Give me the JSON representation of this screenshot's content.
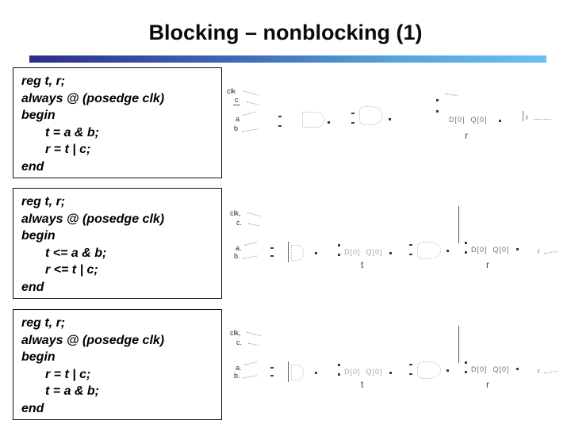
{
  "title": "Blocking – nonblocking (1)",
  "colors": {
    "bar_start": "#2d2d8c",
    "bar_end": "#6cc0ec",
    "code_border": "#111111"
  },
  "code_blocks": [
    {
      "lines": [
        "reg t, r;",
        "always @ (posedge clk)",
        "begin",
        "t = a & b;",
        "r = t | c;",
        "end"
      ]
    },
    {
      "lines": [
        "reg t, r;",
        "always @ (posedge clk)",
        "begin",
        "t <= a & b;",
        "r <= t | c;",
        "end"
      ]
    },
    {
      "lines": [
        "reg t, r;",
        "always @ (posedge clk)",
        "begin",
        "r = t | c;",
        "t = a & b;",
        "end"
      ]
    }
  ],
  "diagrams": [
    {
      "clk": "clk",
      "c": "c",
      "a": "a",
      "b": "b",
      "ff1_pins": "D[0]  Q[0]",
      "ff1_name": "r",
      "out": "r"
    },
    {
      "clk": "clk,",
      "c": "c.",
      "a": "a.",
      "b": "b.",
      "ff1_pins": "D[0]  Q[0]",
      "ff1_name": "t",
      "ff2_pins": "D[0]  Q[0]",
      "ff2_name": "r",
      "out": "r"
    },
    {
      "clk": "clk,",
      "c": "c.",
      "a": "a.",
      "b": "b.",
      "ff1_pins": "D[0]  Q[0]",
      "ff1_name": "t",
      "ff2_pins": "D[0]  Q[0]",
      "ff2_name": "r",
      "out": "r"
    }
  ]
}
